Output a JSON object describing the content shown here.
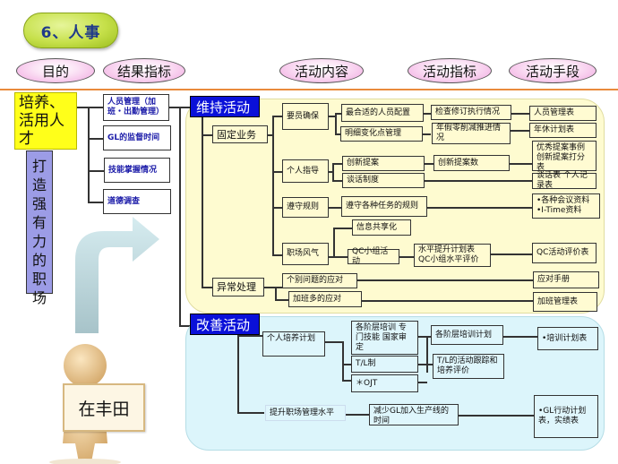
{
  "title": "6、人事",
  "headers": [
    "目的",
    "结果指标",
    "活动内容",
    "活动指标",
    "活动手段"
  ],
  "purpose": {
    "main": "培养、活用人才",
    "sub": "打造强有力的职场"
  },
  "result_indicators": [
    "人员管理（加班・出勤管理）",
    "GL的监督时间",
    "技能掌握情况",
    "道德调查"
  ],
  "maintain": {
    "label": "维持活动",
    "fixed_work": {
      "label": "固定业务",
      "staffing": {
        "label": "要员确保",
        "items": [
          {
            "content": "最合适的人员配置",
            "indicator": "检查修订执行情况",
            "means": "人员管理表"
          },
          {
            "content": "明细变化点管理",
            "indicator": "年假零削减推进情况",
            "means": "年休计划表"
          }
        ]
      },
      "guidance": {
        "label": "个人指导",
        "items": [
          {
            "content": "创新提案",
            "indicator": "创新提案数",
            "means": "优秀提案事例 创新提案打分表"
          },
          {
            "content": "谈话制度",
            "indicator": "",
            "means": "谈话表 个人记录表"
          }
        ]
      },
      "rules": {
        "label": "遵守规则",
        "content": "遵守各种任务的规则",
        "means": [
          "•各种会议资料",
          "•I-Time资料"
        ]
      },
      "culture": {
        "label": "职场风气",
        "items": [
          {
            "content": "信息共享化"
          },
          {
            "content": "QC小组活动",
            "indicator": "水平提升计划表 QC小组水平评价",
            "means": "QC活动评价表"
          }
        ]
      }
    },
    "abnormal": {
      "label": "异常处理",
      "items": [
        {
          "content": "个别问题的应对",
          "means": "应对手册"
        },
        {
          "content": "加班多的应对",
          "means": "加班管理表"
        }
      ]
    }
  },
  "improve": {
    "label": "改善活动",
    "personal_plan": {
      "label": "个人培养计划",
      "items": [
        "各阶层培训 专门技能 国家审定",
        "T/L制",
        "＊OJT"
      ],
      "indicators": [
        "各阶层培训计划",
        "T/L的活动跟踪和培养评价"
      ],
      "means": "•培训计划表"
    },
    "mgmt_level": {
      "label": "提升职场管理水平",
      "content": "减少GL加入生产线的时间",
      "means": "•GL行动计划表，实绩表"
    }
  },
  "figure": {
    "sign_text": "在丰田"
  }
}
